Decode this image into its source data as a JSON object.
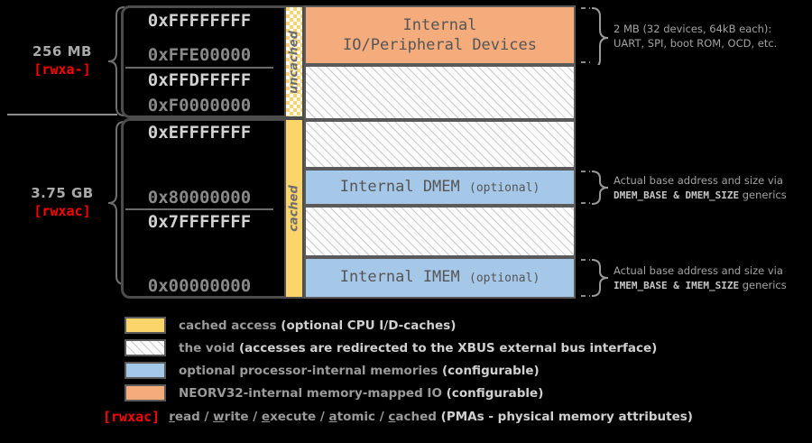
{
  "left_labels": [
    {
      "size": "256 MB",
      "pma": "[rwxa-]"
    },
    {
      "size": "3.75 GB",
      "pma": "[rwxac]"
    }
  ],
  "addresses": {
    "top_hi": "0xFFFFFFFF",
    "top_lo": "0xFFE00000",
    "second_hi": "0xFFDFFFFF",
    "second_lo": "0xF0000000",
    "third_hi": "0xEFFFFFFF",
    "third_lo": "0x80000000",
    "fourth_hi": "0x7FFFFFFF",
    "fourth_lo": "0x00000000"
  },
  "strips": {
    "uncached": "uncached",
    "cached": "cached"
  },
  "blocks": {
    "io": {
      "line1": "Internal",
      "line2": "IO/Peripheral Devices"
    },
    "dmem": {
      "main": "Internal DMEM ",
      "note": "(optional)"
    },
    "imem": {
      "main": "Internal IMEM ",
      "note": "(optional)"
    },
    "void": ""
  },
  "callouts": {
    "io": {
      "line1": "2 MB (32 devices, 64kB each):",
      "line2": "UART, SPI, boot ROM, OCD, etc."
    },
    "dmem": {
      "line1": "Actual base address and size via",
      "mono": "DMEM_BASE & DMEM_SIZE",
      "tail": " generics"
    },
    "imem": {
      "line1": "Actual base address and size via",
      "mono": "IMEM_BASE & IMEM_SIZE",
      "tail": " generics"
    }
  },
  "legend": {
    "rows": [
      {
        "swatch": "cached-swatch",
        "plain": "cached access ",
        "bold": "(optional CPU I/D-caches)"
      },
      {
        "swatch": "void-swatch",
        "plain": "the void ",
        "bold": "(accesses are redirected to the XBUS external bus interface)"
      },
      {
        "swatch": "memories-swatch",
        "plain": "optional processor-internal memories ",
        "bold": "(configurable)"
      },
      {
        "swatch": "io-swatch",
        "plain": "NEORV32-internal memory-mapped IO ",
        "bold": "(configurable)"
      }
    ],
    "pma": {
      "key": "[rwxac]",
      "words": [
        "read",
        "write",
        "execute",
        "atomic",
        "cached"
      ],
      "separator": " / ",
      "tail": " (PMAs - physical memory attributes)"
    }
  },
  "colors": {
    "cached_yellow": "#FBD46A",
    "memory_blue": "#A6C8E8",
    "io_orange": "#F4AC7C",
    "void_white": "#FBFBFB",
    "pma_red": "#FF0000",
    "background": "#000000"
  }
}
